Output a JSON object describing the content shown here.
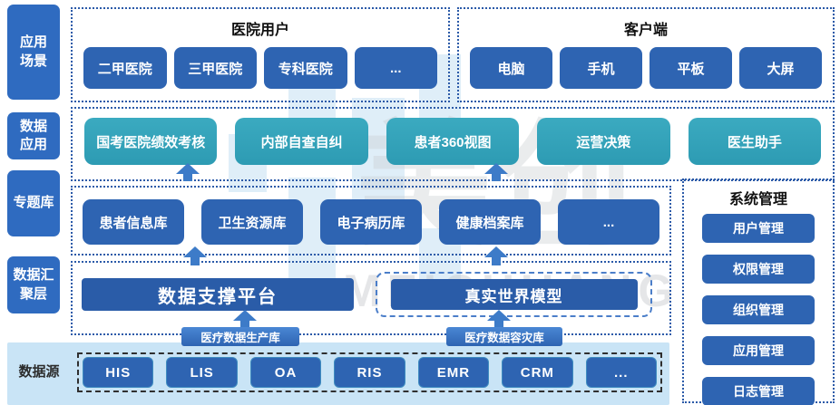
{
  "colors": {
    "box_blue": "#2E64B2",
    "teal": "#33A3BA",
    "dark_blue": "#2A5CA8",
    "light_bar": "#C9E4F6",
    "arrow": "#3D7BC8",
    "dotted_border": "#2B5AA8"
  },
  "side_labels": {
    "app_scenario": "应用\n场景",
    "data_application": "数据\n应用",
    "thematic": "专题库",
    "aggregation": "数据汇\n聚层",
    "datasource": "数据源"
  },
  "hospital_users": {
    "title": "医院用户",
    "items": [
      "二甲医院",
      "三甲医院",
      "专科医院",
      "..."
    ]
  },
  "clients": {
    "title": "客户端",
    "items": [
      "电脑",
      "手机",
      "平板",
      "大屏"
    ]
  },
  "data_applications": {
    "items": [
      "国考医院绩效考核",
      "内部自查自纠",
      "患者360视图",
      "运营决策",
      "医生助手"
    ]
  },
  "thematic_libraries": {
    "items": [
      "患者信息库",
      "卫生资源库",
      "电子病历库",
      "健康档案库",
      "..."
    ]
  },
  "aggregation_layer": {
    "platform": "数据支撑平台",
    "model": "真实世界模型",
    "production_db_badge": "医疗数据生产库",
    "disaster_db_badge": "医疗数据容灾库"
  },
  "data_sources": {
    "items": [
      "HIS",
      "LIS",
      "OA",
      "RIS",
      "EMR",
      "CRM",
      "..."
    ]
  },
  "system_management": {
    "title": "系统管理",
    "items": [
      "用户管理",
      "权限管理",
      "组织管理",
      "应用管理",
      "日志管理"
    ]
  },
  "watermark": {
    "logo": "美创",
    "brand": "MEICHUANG"
  }
}
